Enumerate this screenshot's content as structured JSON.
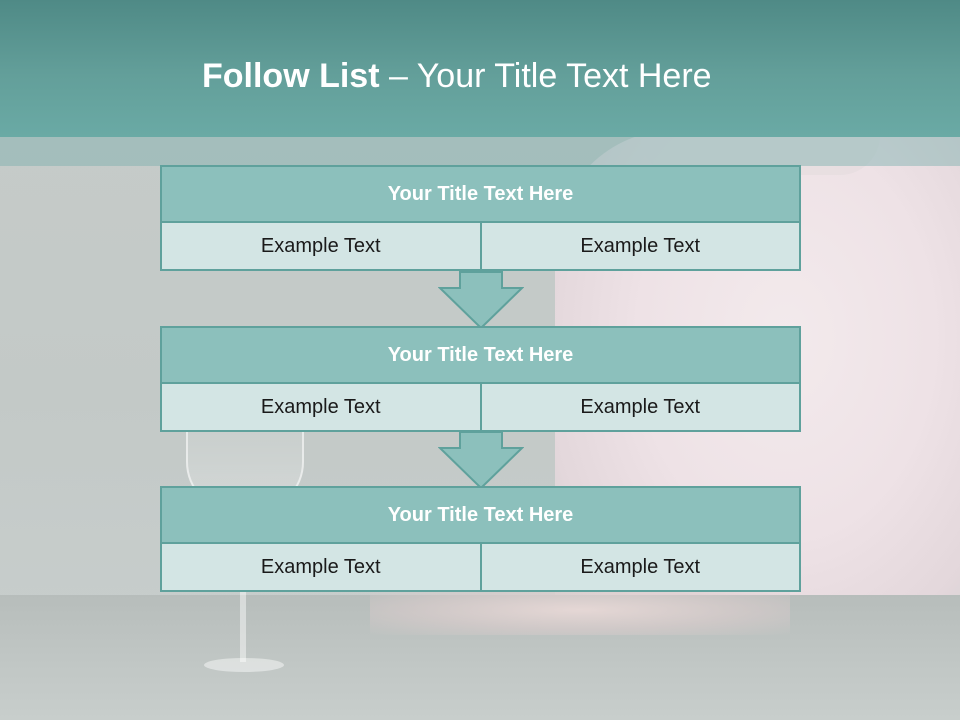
{
  "slide": {
    "title_bold": "Follow List",
    "title_rest": " – Your Title Text Here"
  },
  "colors": {
    "header": "#6aaaa5",
    "block_title_fill": "#8cc0bc",
    "cell_fill": "#d3e5e4",
    "border": "#5fa19c",
    "arrow_fill": "#8cc0bc"
  },
  "blocks": [
    {
      "title": "Your Title Text Here",
      "cells": [
        "Example Text",
        "Example Text"
      ]
    },
    {
      "title": "Your Title Text Here",
      "cells": [
        "Example Text",
        "Example Text"
      ]
    },
    {
      "title": "Your Title Text Here",
      "cells": [
        "Example Text",
        "Example Text"
      ]
    }
  ],
  "connectors": [
    {
      "icon": "down-arrow-icon"
    },
    {
      "icon": "down-arrow-icon"
    }
  ]
}
